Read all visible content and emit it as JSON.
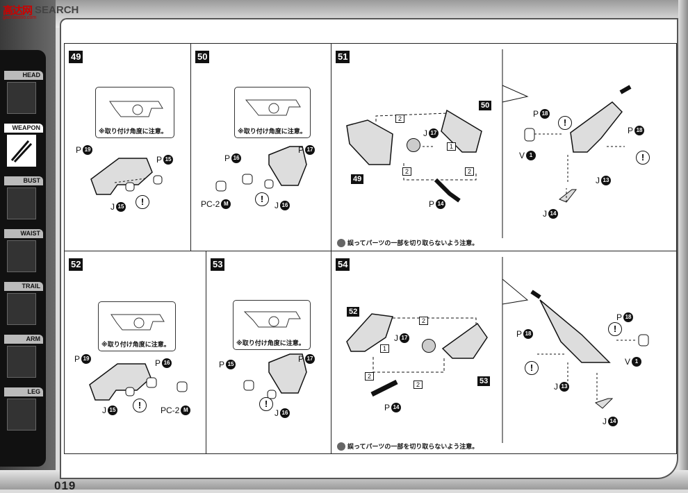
{
  "logo": {
    "mark": "高达网",
    "word": "SEARCH",
    "sub": "gao.ooooo.com"
  },
  "sidebar": [
    {
      "label": "HEAD"
    },
    {
      "label": "WEAPON",
      "active": true
    },
    {
      "label": "BUST"
    },
    {
      "label": "WAIST"
    },
    {
      "label": "TRAIL"
    },
    {
      "label": "ARM"
    },
    {
      "label": "LEG"
    }
  ],
  "page_number": "019",
  "note_angle": "取り付け角度に注意。",
  "warning": "誤ってパーツの一部を切り取らないよう注意。",
  "steps": {
    "s49": {
      "num": "49",
      "parts": [
        {
          "l": "P",
          "n": "19"
        },
        {
          "l": "P",
          "n": "15"
        },
        {
          "l": "J",
          "n": "15"
        }
      ]
    },
    "s50": {
      "num": "50",
      "parts": [
        {
          "l": "P",
          "n": "16"
        },
        {
          "l": "P",
          "n": "17"
        },
        {
          "l": "PC-2",
          "n": "M"
        },
        {
          "l": "J",
          "n": "16"
        }
      ]
    },
    "s51": {
      "num": "51",
      "tags": [
        "50",
        "49"
      ],
      "arrows": [
        "2",
        "1",
        "2",
        "2"
      ],
      "parts": [
        {
          "l": "J",
          "n": "17"
        },
        {
          "l": "P",
          "n": "14"
        },
        {
          "l": "P",
          "n": "18"
        },
        {
          "l": "P",
          "n": "18"
        },
        {
          "l": "V",
          "n": "1"
        },
        {
          "l": "J",
          "n": "13"
        },
        {
          "l": "J",
          "n": "14"
        }
      ]
    },
    "s52": {
      "num": "52",
      "parts": [
        {
          "l": "P",
          "n": "19"
        },
        {
          "l": "P",
          "n": "16"
        },
        {
          "l": "J",
          "n": "15"
        },
        {
          "l": "PC-2",
          "n": "M"
        }
      ]
    },
    "s53": {
      "num": "53",
      "parts": [
        {
          "l": "P",
          "n": "15"
        },
        {
          "l": "P",
          "n": "17"
        },
        {
          "l": "J",
          "n": "16"
        }
      ]
    },
    "s54": {
      "num": "54",
      "tags": [
        "52",
        "53"
      ],
      "arrows": [
        "2",
        "1",
        "2",
        "2"
      ],
      "parts": [
        {
          "l": "J",
          "n": "17"
        },
        {
          "l": "P",
          "n": "14"
        },
        {
          "l": "P",
          "n": "18"
        },
        {
          "l": "P",
          "n": "18"
        },
        {
          "l": "V",
          "n": "1"
        },
        {
          "l": "J",
          "n": "13"
        },
        {
          "l": "J",
          "n": "14"
        }
      ]
    }
  }
}
